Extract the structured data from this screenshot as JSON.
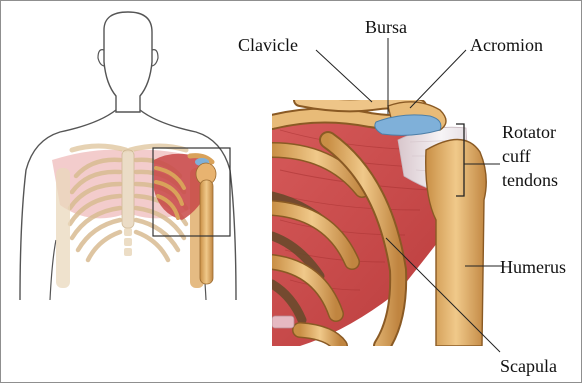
{
  "labels": {
    "clavicle": "Clavicle",
    "bursa": "Bursa",
    "acromion": "Acromion",
    "rotator_cuff": [
      "Rotator",
      "cuff",
      "tendons"
    ],
    "humerus": "Humerus",
    "scapula": "Scapula"
  },
  "colors": {
    "bone": "#e4b06a",
    "bone_outline": "#8a5a24",
    "muscle": "#cf4a4a",
    "tendon": "#eeeaf0",
    "bursa": "#7fb0d9",
    "body_outline": "#555555",
    "leader": "#222222"
  }
}
